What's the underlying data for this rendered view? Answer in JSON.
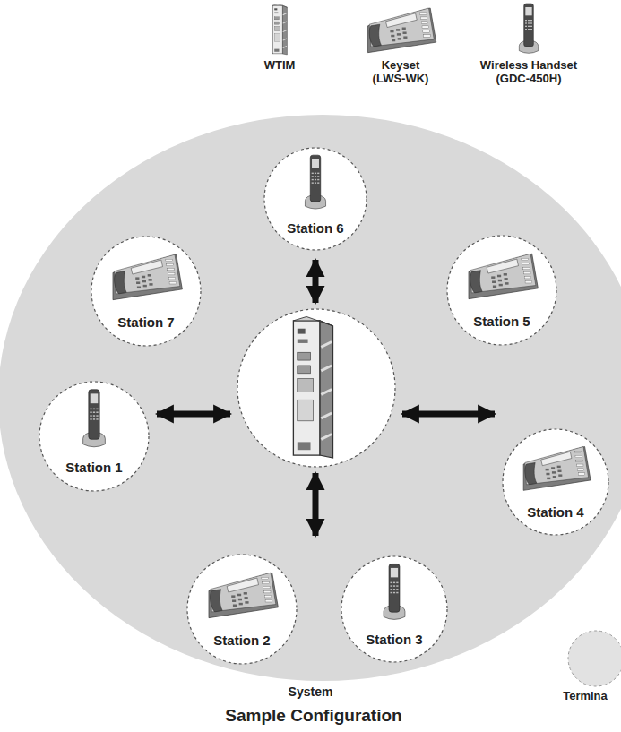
{
  "diagram": {
    "caption": "Sample Configuration",
    "nodes": [
      {
        "text": [
          "System"
        ]
      },
      {
        "text": [
          "Station 6"
        ],
        "in": 0
      },
      {
        "text": [
          "Station 7"
        ],
        "in": 0
      },
      {
        "text": [
          "Station 5"
        ],
        "in": 0
      },
      {
        "text": [
          "Station 1"
        ],
        "in": 0
      },
      {
        "text": [
          "Station 4"
        ],
        "in": 0
      },
      {
        "text": [
          "Station 2"
        ],
        "in": 0
      },
      {
        "text": [
          "Station 3"
        ],
        "in": 0
      },
      {
        "text": [
          "Termina"
        ]
      }
    ],
    "labels": [
      "WTIM",
      "Keyset (LWS-WK)",
      "Wireless Handset (GDC-450H)"
    ]
  }
}
